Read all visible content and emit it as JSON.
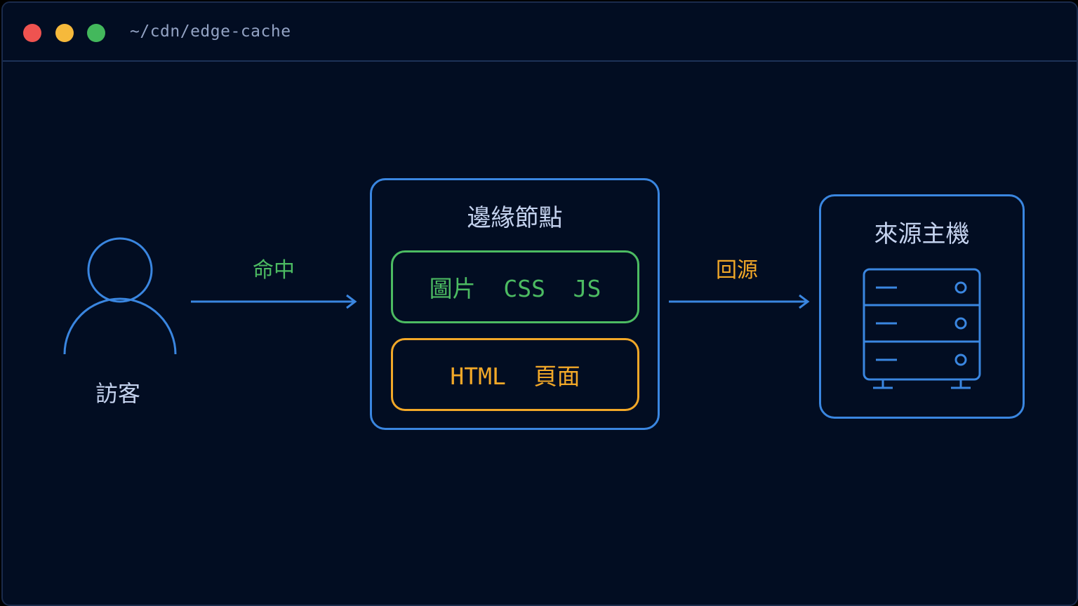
{
  "window": {
    "path": "~/cdn/edge-cache"
  },
  "visitor": {
    "label": "訪客"
  },
  "hit_arrow": {
    "label": "命中"
  },
  "edge_node": {
    "title": "邊緣節點",
    "static_assets": "圖片  CSS  JS",
    "html_pages": "HTML  頁面"
  },
  "origin_arrow": {
    "label": "回源"
  },
  "origin_host": {
    "title": "來源主機"
  },
  "colors": {
    "background": "#020d22",
    "accent_blue": "#3a86e0",
    "green": "#4cbb62",
    "orange": "#f2a828",
    "text": "#c4d2ee"
  }
}
